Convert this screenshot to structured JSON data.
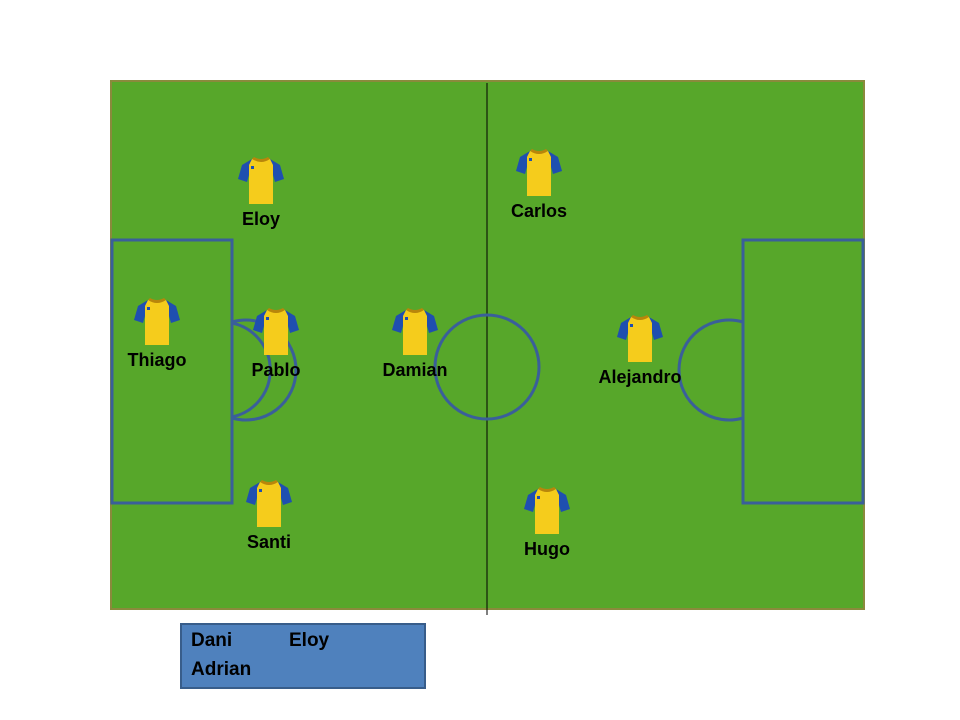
{
  "colors": {
    "pitch": "#57a72a",
    "pitch_border": "#8a8a3c",
    "lines": "#3a5f9a",
    "shirt_body": "#f5cc1c",
    "shirt_sleeve": "#1f4fb0",
    "subs_box": "#4f81bd"
  },
  "players": [
    {
      "name": "Eloy"
    },
    {
      "name": "Carlos"
    },
    {
      "name": "Thiago"
    },
    {
      "name": "Pablo"
    },
    {
      "name": "Damian"
    },
    {
      "name": "Alejandro"
    },
    {
      "name": "Santi"
    },
    {
      "name": "Hugo"
    }
  ],
  "substitutes": [
    "Dani",
    "Eloy",
    "Adrian"
  ]
}
